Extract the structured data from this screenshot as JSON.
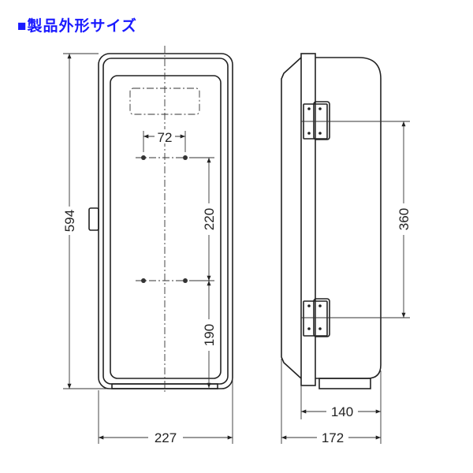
{
  "title": "■製品外形サイズ",
  "dimensions": {
    "height": "594",
    "width": "227",
    "hole_spacing_horizontal": "72",
    "hole_spacing_vertical": "220",
    "bottom_hole_to_base": "190",
    "bracket_spacing": "360",
    "body_depth": "140",
    "total_depth": "172"
  },
  "colors": {
    "title": "#1a1aff",
    "lines": "#222222"
  }
}
